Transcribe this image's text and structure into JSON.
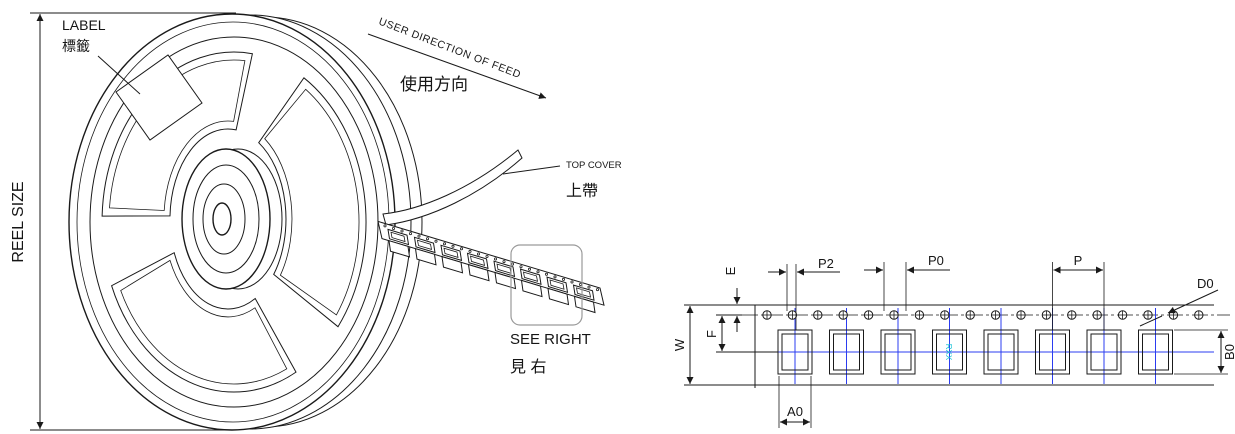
{
  "reel": {
    "label_en": "LABEL",
    "label_zh": "標籤",
    "feed_direction_en": "USER DIRECTION OF FEED",
    "feed_direction_zh": "使用方向",
    "top_cover_en": "TOP COVER",
    "top_cover_zh": "上帶",
    "reel_size": "REEL SIZE",
    "see_right_en": "SEE RIGHT",
    "see_right_zh": "見 右"
  },
  "tape": {
    "dimension_labels": {
      "e": "E",
      "p2": "P2",
      "p0": "P0",
      "p": "P",
      "d0": "D0",
      "w": "W",
      "f": "F",
      "b0": "B0",
      "a0": "A0"
    },
    "pocket_marking": "RXX"
  },
  "colors": {
    "line": "#1a1a1a",
    "center_line": "#2b3cf0",
    "pocket_marking": "#19c3d6",
    "callout_box": "#9a9a9a"
  }
}
